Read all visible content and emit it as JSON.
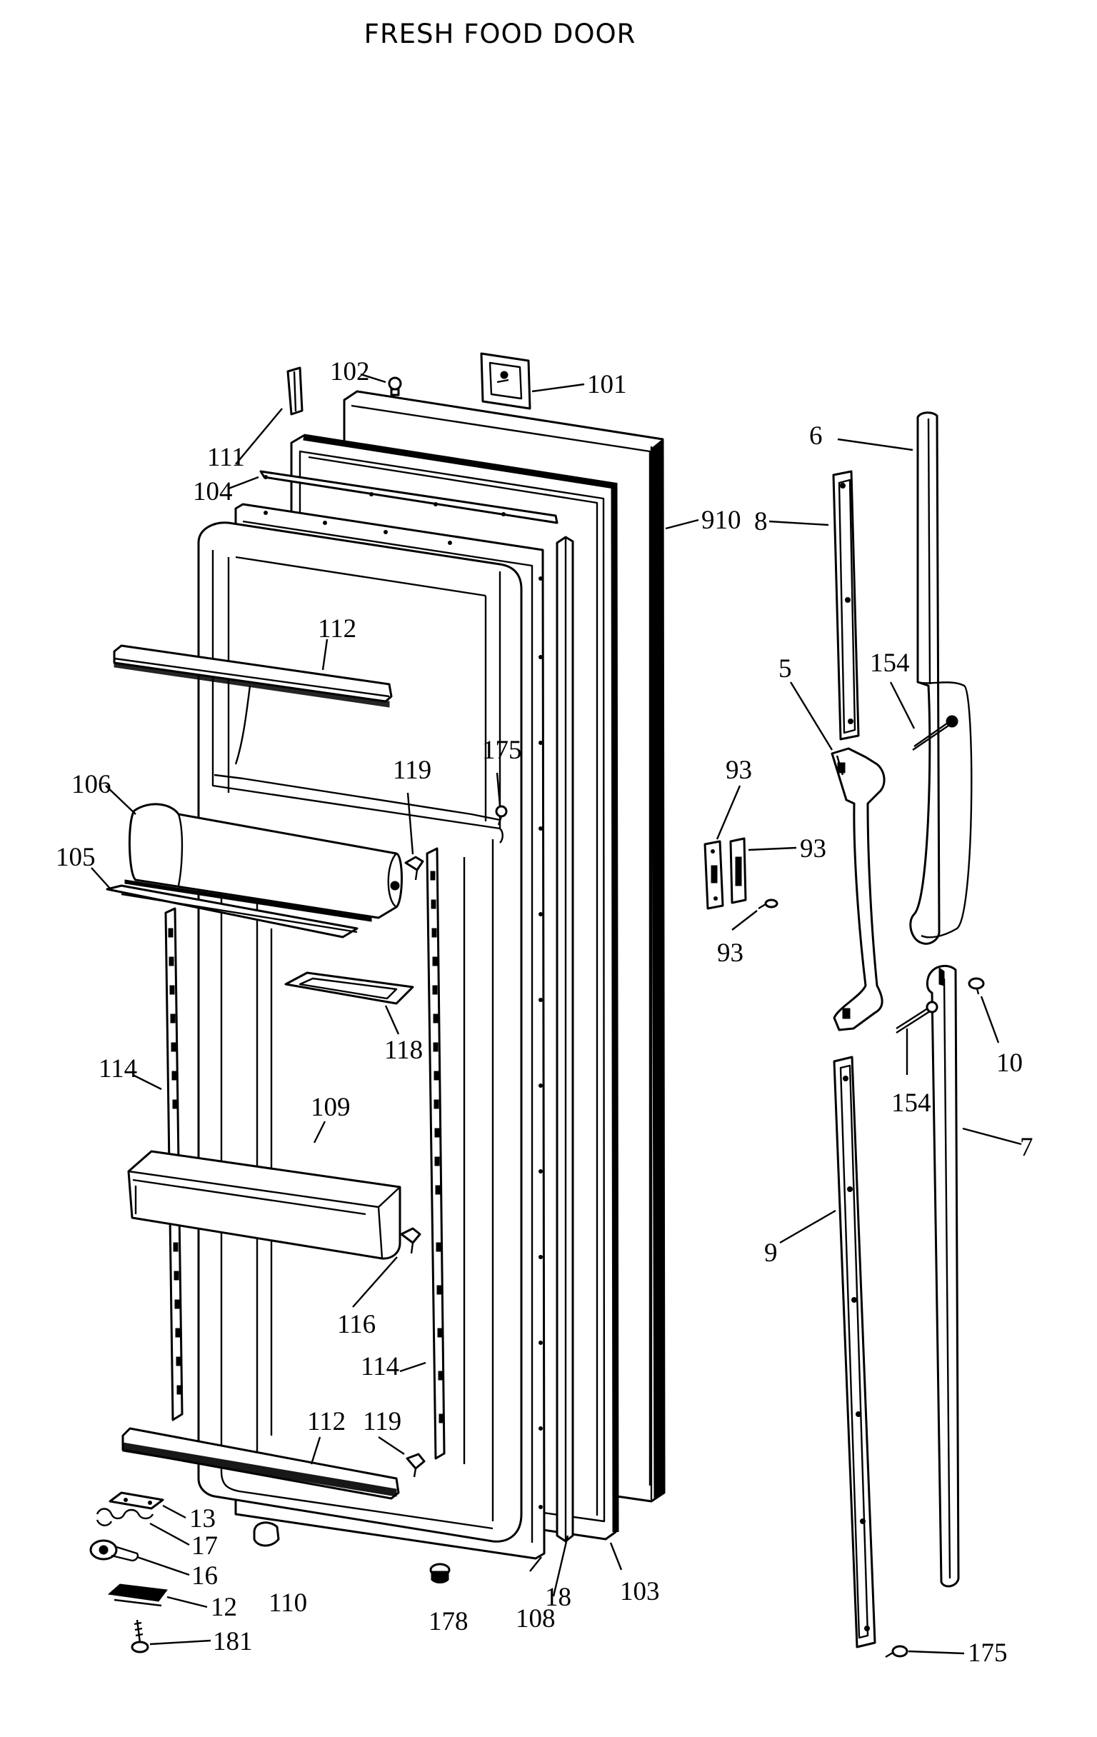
{
  "title": "FRESH FOOD DOOR",
  "callouts": [
    {
      "id": "c-102",
      "text": "102"
    },
    {
      "id": "c-101",
      "text": "101"
    },
    {
      "id": "c-111",
      "text": "111"
    },
    {
      "id": "c-104",
      "text": "104"
    },
    {
      "id": "c-910",
      "text": "910"
    },
    {
      "id": "c-112a",
      "text": "112"
    },
    {
      "id": "c-106",
      "text": "106"
    },
    {
      "id": "c-105",
      "text": "105"
    },
    {
      "id": "c-175a",
      "text": "175"
    },
    {
      "id": "c-119a",
      "text": "119"
    },
    {
      "id": "c-118",
      "text": "118"
    },
    {
      "id": "c-114a",
      "text": "114"
    },
    {
      "id": "c-109",
      "text": "109"
    },
    {
      "id": "c-116",
      "text": "116"
    },
    {
      "id": "c-114b",
      "text": "114"
    },
    {
      "id": "c-112b",
      "text": "112"
    },
    {
      "id": "c-119b",
      "text": "119"
    },
    {
      "id": "c-13",
      "text": "13"
    },
    {
      "id": "c-17",
      "text": "17"
    },
    {
      "id": "c-16",
      "text": "16"
    },
    {
      "id": "c-12",
      "text": "12"
    },
    {
      "id": "c-181",
      "text": "181"
    },
    {
      "id": "c-110",
      "text": "110"
    },
    {
      "id": "c-178",
      "text": "178"
    },
    {
      "id": "c-108",
      "text": "108"
    },
    {
      "id": "c-18",
      "text": "18"
    },
    {
      "id": "c-103",
      "text": "103"
    },
    {
      "id": "c-6",
      "text": "6"
    },
    {
      "id": "c-8",
      "text": "8"
    },
    {
      "id": "c-5",
      "text": "5"
    },
    {
      "id": "c-154a",
      "text": "154"
    },
    {
      "id": "c-93a",
      "text": "93"
    },
    {
      "id": "c-93b",
      "text": "93"
    },
    {
      "id": "c-93c",
      "text": "93"
    },
    {
      "id": "c-10",
      "text": "10"
    },
    {
      "id": "c-154b",
      "text": "154"
    },
    {
      "id": "c-7",
      "text": "7"
    },
    {
      "id": "c-9",
      "text": "9"
    },
    {
      "id": "c-175b",
      "text": "175"
    }
  ]
}
